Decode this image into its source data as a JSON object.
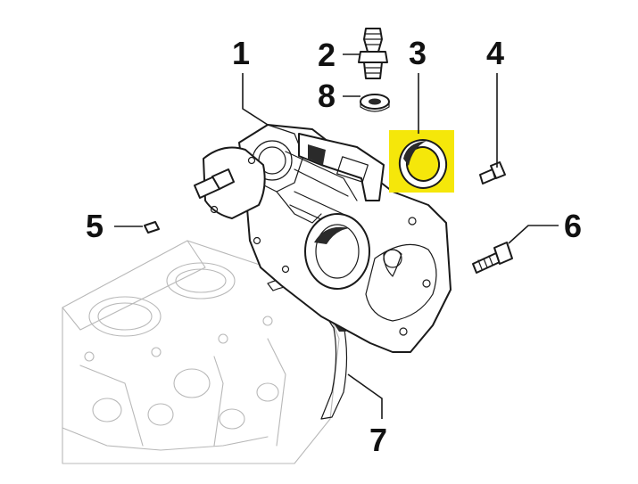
{
  "diagram": {
    "labels": [
      {
        "id": "1",
        "text": "1"
      },
      {
        "id": "2",
        "text": "2"
      },
      {
        "id": "3",
        "text": "3"
      },
      {
        "id": "4",
        "text": "4"
      },
      {
        "id": "5",
        "text": "5"
      },
      {
        "id": "6",
        "text": "6"
      },
      {
        "id": "7",
        "text": "7"
      },
      {
        "id": "8",
        "text": "8"
      }
    ],
    "highlight": {
      "part": "3",
      "color": "#f5e70a"
    }
  }
}
